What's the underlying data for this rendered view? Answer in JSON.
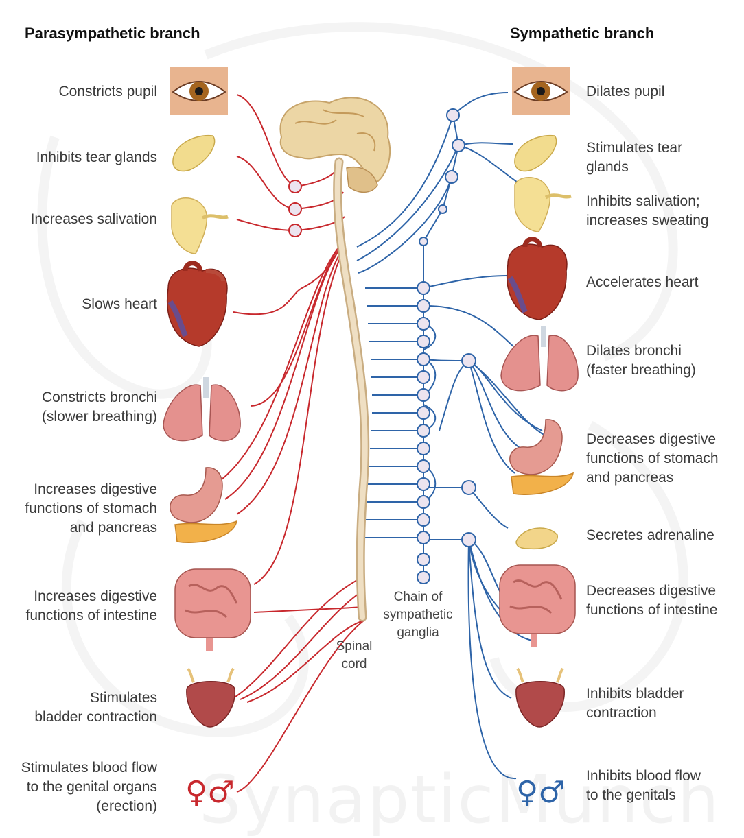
{
  "headers": {
    "left": "Parasympathetic branch",
    "right": "Sympathetic branch"
  },
  "parasympathetic_effects": [
    "Constricts pupil",
    "Inhibits tear glands",
    "Increases salivation",
    "Slows heart",
    "Constricts bronchi\n(slower breathing)",
    "Increases digestive\nfunctions of stomach\nand pancreas",
    "Increases digestive\nfunctions of intestine",
    "Stimulates\nbladder contraction",
    "Stimulates blood flow\nto the genital organs\n(erection)"
  ],
  "sympathetic_effects": [
    "Dilates pupil",
    "Stimulates tear\nglands",
    "Inhibits salivation;\nincreases sweating",
    "Accelerates heart",
    "Dilates bronchi\n(faster breathing)",
    "Decreases digestive\nfunctions of stomach\nand pancreas",
    "Secretes adrenaline",
    "Decreases digestive\nfunctions of intestine",
    "Inhibits bladder\ncontraction",
    "Inhibits blood flow\nto the genitals"
  ],
  "center_labels": {
    "chain": "Chain of\nsympathetic\nganglia",
    "spinal": "Spinal\ncord"
  },
  "watermark": "SynapticMunch",
  "colors": {
    "parasympathetic": "#c8282d",
    "sympathetic": "#2e64a8",
    "ganglion_fill": "#ece4ef",
    "spinal_cord": "#e6d3b3"
  },
  "icons": [
    "eye",
    "tear-gland",
    "salivary-gland",
    "heart",
    "lungs",
    "stomach",
    "intestine",
    "bladder",
    "adrenal-gland",
    "brain",
    "gender-symbols"
  ]
}
